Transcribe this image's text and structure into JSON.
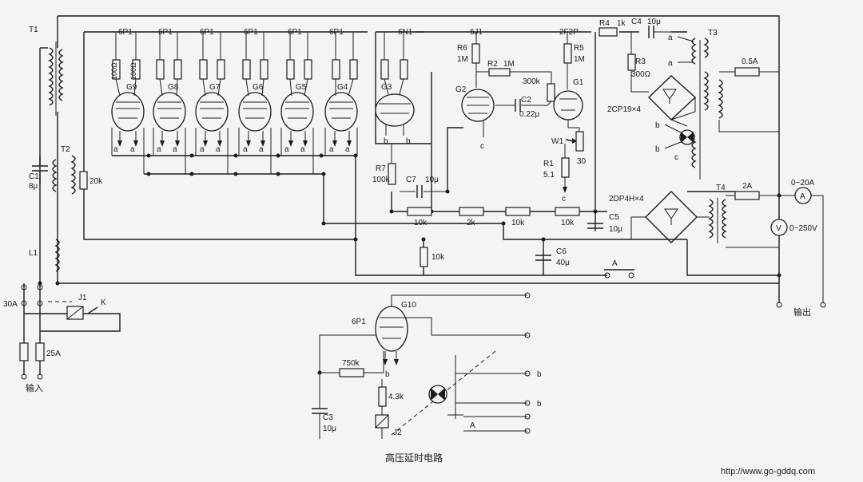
{
  "caption": "高压延时电路",
  "url": "http://www.go-gddq.com",
  "labels": {
    "input": "输入",
    "output": "输出",
    "fuse_30a": "30A",
    "fuse_25a": "25A",
    "fuse_05a": "0.5A",
    "fuse_2a": "2A",
    "t1": "T1",
    "t2": "T2",
    "t3": "T3",
    "t4": "T4",
    "c1": "C1",
    "c1_val": "8μ",
    "l1": "L1",
    "j1": "J1",
    "j2": "J2",
    "k": "K",
    "r20k": "20k",
    "tube_type_6p1": "6P1",
    "tube_type_6n1": "6N1",
    "tube_type_6j1": "6J1",
    "tube_type_2f2p": "2F2P",
    "r100": "100Ω",
    "r100b": "100Ω",
    "g9": "G9",
    "g8": "G8",
    "g7": "G7",
    "g6": "G6",
    "g5": "G5",
    "g4": "G4",
    "g3": "G3",
    "g2": "G2",
    "g1": "G1",
    "g10": "G10",
    "r6": "R6",
    "r6_val": "1M",
    "r2": "R2",
    "r2_val": "1M",
    "r5": "R5",
    "r5_val": "1M",
    "r300k": "300k",
    "c2": "C2",
    "c2_val": "0.22μ",
    "r4": "R4",
    "r4_val": "1k",
    "c4": "C4",
    "c4_val": "10μ",
    "r3": "R3",
    "r3_val": "300Ω",
    "d1": "2CP19×4",
    "d2": "2DP4H×4",
    "w1": "W1",
    "r1": "R1",
    "r1_val": "5.1",
    "w1_val": "30",
    "r7": "R7",
    "r7_val": "100k",
    "c7": "C7",
    "c7_val": "10μ",
    "r10k_a": "10k",
    "r2k": "2k",
    "r10k_b": "10k",
    "r10k_c": "10k",
    "c5": "C5",
    "c5_val": "10μ",
    "r10k_d": "10k",
    "c6": "C6",
    "c6_val": "40μ",
    "a": "A",
    "ammeter": "A",
    "ammeter_range": "0~20A",
    "voltmeter": "V",
    "voltmeter_range": "0~250V",
    "node_a": "a",
    "node_b": "b",
    "node_c": "c",
    "r750k": "750k",
    "r43k": "4.3k",
    "c3": "C3",
    "c3_val": "10μ"
  }
}
